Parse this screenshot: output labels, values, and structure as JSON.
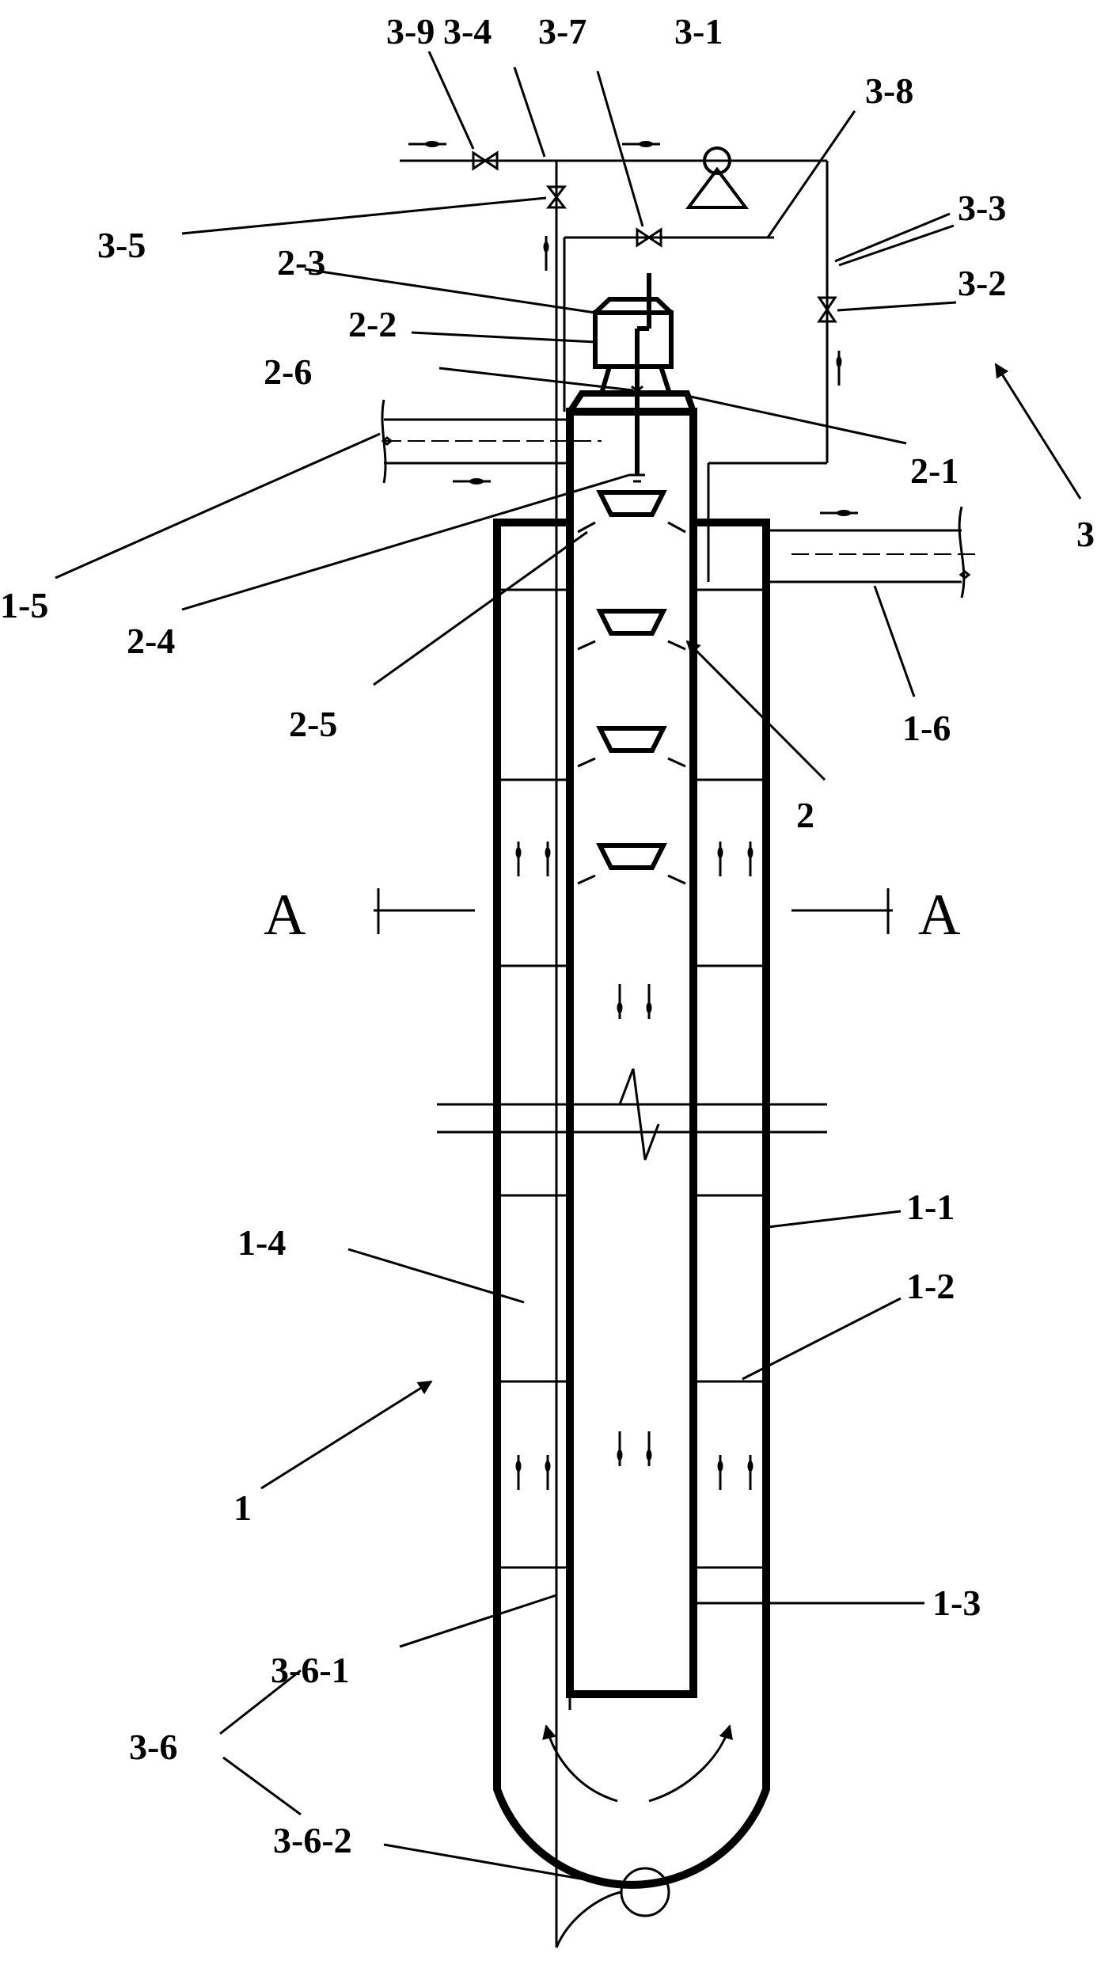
{
  "labels": {
    "l3_9": "3-9",
    "l3_4": "3-4",
    "l3_7": "3-7",
    "l3_1": "3-1",
    "l3_8": "3-8",
    "l3_5": "3-5",
    "l3_3": "3-3",
    "l3_2": "3-2",
    "l2_3": "2-3",
    "l2_2": "2-2",
    "l2_6": "2-6",
    "l2_1": "2-1",
    "l3": "3",
    "l1_5": "1-5",
    "l2_4": "2-4",
    "l2_5": "2-5",
    "l1_6": "1-6",
    "l2": "2",
    "l1_1": "1-1",
    "l1_4": "1-4",
    "l1_2": "1-2",
    "l1": "1",
    "l3_6_1": "3-6-1",
    "l1_3": "1-3",
    "l3_6": "3-6",
    "l3_6_2": "3-6-2"
  },
  "section": {
    "left": "A",
    "right": "A"
  }
}
